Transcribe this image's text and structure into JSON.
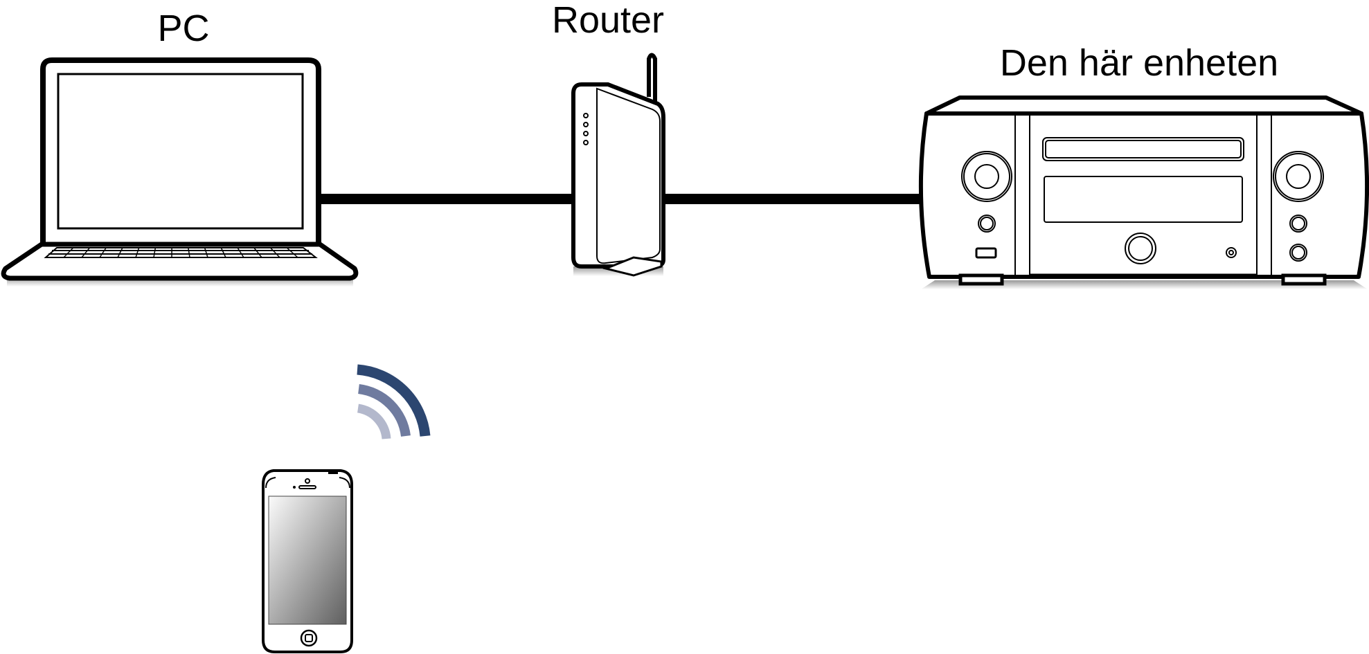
{
  "labels": {
    "pc": "PC",
    "router": "Router",
    "device": "Den här enheten"
  },
  "colors": {
    "cable": "#000000",
    "wifi_dark": "#1f3a66",
    "wifi_light": "#b9bfd2"
  },
  "icons": [
    "laptop-icon",
    "router-icon",
    "receiver-icon",
    "smartphone-icon",
    "wifi-signal-icon"
  ]
}
